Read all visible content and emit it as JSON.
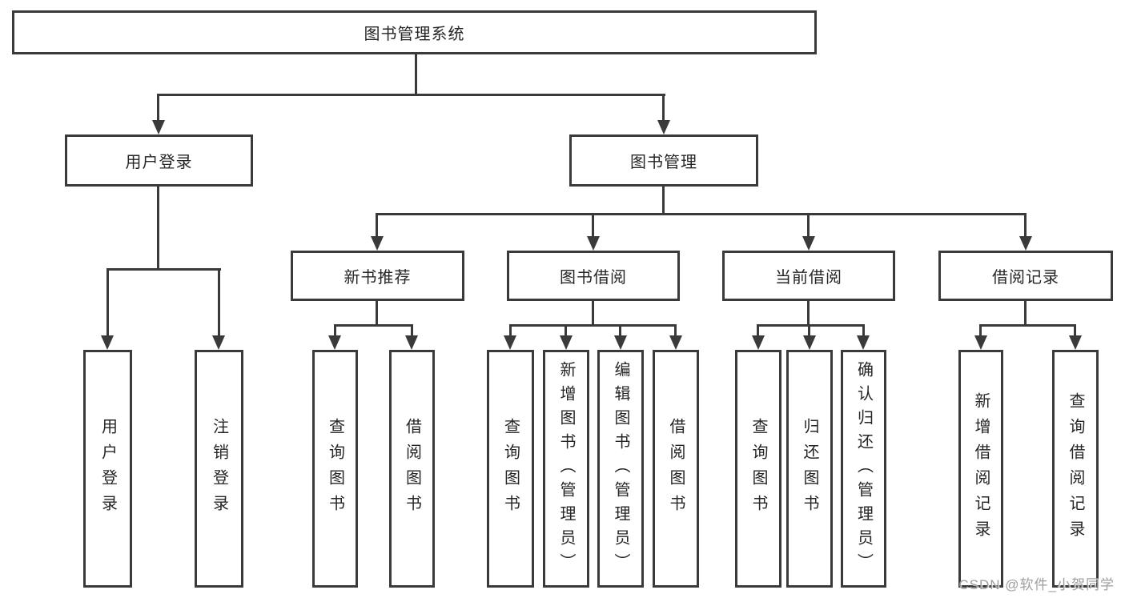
{
  "tree": {
    "root": {
      "label": "图书管理系统"
    },
    "user_login": {
      "label": "用户登录",
      "children": [
        {
          "label": "用户登录"
        },
        {
          "label": "注销登录"
        }
      ]
    },
    "book_management": {
      "label": "图书管理",
      "children": [
        {
          "label": "新书推荐",
          "children": [
            {
              "label": "查询图书"
            },
            {
              "label": "借阅图书"
            }
          ]
        },
        {
          "label": "图书借阅",
          "children": [
            {
              "label": "查询图书"
            },
            {
              "label": "新增图书（管理员）"
            },
            {
              "label": "编辑图书（管理员）"
            },
            {
              "label": "借阅图书"
            }
          ]
        },
        {
          "label": "当前借阅",
          "children": [
            {
              "label": "查询图书"
            },
            {
              "label": "归还图书"
            },
            {
              "label": "确认归还（管理员）"
            }
          ]
        },
        {
          "label": "借阅记录",
          "children": [
            {
              "label": "新增借阅记录"
            },
            {
              "label": "查询借阅记录"
            }
          ]
        }
      ]
    }
  },
  "watermark": {
    "text": "CSDN @软件_小贺同学"
  },
  "colors": {
    "line": "#3a3a3a",
    "box_border": "#3a3a3a",
    "text": "#262626",
    "watermark": "#9e9e9e",
    "background": "#ffffff"
  }
}
